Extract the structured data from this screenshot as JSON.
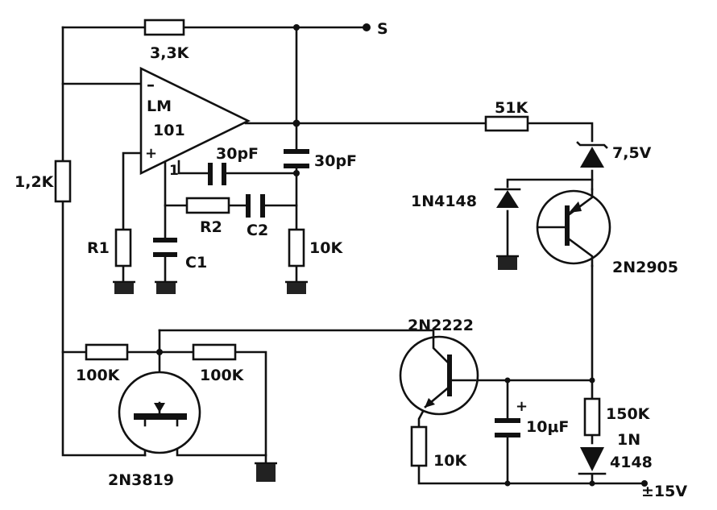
{
  "labels": {
    "output_node": "S",
    "r_feedback": "3,3K",
    "r_left": "1,2K",
    "opamp_minus": "–",
    "opamp_name_line1": "LM",
    "opamp_name_line2": "101",
    "opamp_plus": "+",
    "pin1": "1",
    "c_comp1": "30pF",
    "c_out": "30pF",
    "r_51k": "51K",
    "zener": "7,5V",
    "diode_1n4148": "1N4148",
    "pnp": "2N2905",
    "r2": "R2",
    "c2": "C2",
    "r1": "R1",
    "c1": "C1",
    "r_10k_top": "10K",
    "npn": "2N2222",
    "r_100k_left": "100K",
    "r_100k_right": "100K",
    "jfet": "2N3819",
    "cap_plus": "+",
    "c_10uf": "10μF",
    "r_10k_bottom": "10K",
    "r_150k": "150K",
    "diode2_line1": "1N",
    "diode2_line2": "4148",
    "supply": "±15V"
  }
}
